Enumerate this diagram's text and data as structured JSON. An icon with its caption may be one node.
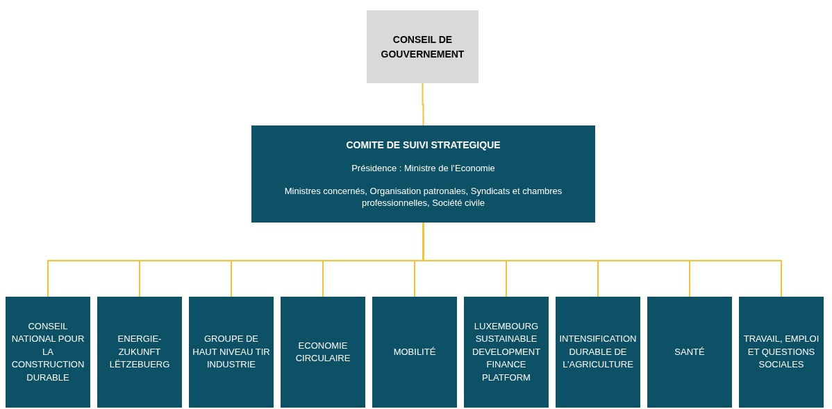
{
  "diagram": {
    "nodes": [
      {
        "text": [
          "CONSEIL DE GOUVERNEMENT"
        ]
      },
      {
        "text": [
          "COMITE DE SUIVI STRATEGIQUE",
          "Présidence : Ministre de l’Economie",
          "Ministres concernés, Organisation patronales, Syndicats et chambres professionnelles, Société civile"
        ]
      },
      {
        "text": [
          "CONSEIL NATIONAL POUR LA CONSTRUCTION DURABLE"
        ]
      },
      {
        "text": [
          "ENERGIE-ZUKUNFT LËTZEBUERG"
        ]
      },
      {
        "text": [
          "GROUPE DE HAUT NIVEAU TIR INDUSTRIE"
        ]
      },
      {
        "text": [
          "ECONOMIE CIRCULAIRE"
        ]
      },
      {
        "text": [
          "MOBILITÉ"
        ]
      },
      {
        "text": [
          "LUXEMBOURG SUSTAINABLE DEVELOPMENT FINANCE PLATFORM"
        ]
      },
      {
        "text": [
          "INTENSIFICATION DURABLE DE L’AGRICULTURE"
        ]
      },
      {
        "text": [
          "SANTÉ"
        ]
      },
      {
        "text": [
          "TRAVAIL, EMPLOI ET QUESTIONS SOCIALES"
        ]
      }
    ],
    "edges": [
      {
        "from": 0,
        "to": 1,
        "arrow": "none"
      },
      {
        "from": 1,
        "to": 2,
        "arrow": "none"
      },
      {
        "from": 1,
        "to": 3,
        "arrow": "none"
      },
      {
        "from": 1,
        "to": 4,
        "arrow": "none"
      },
      {
        "from": 1,
        "to": 5,
        "arrow": "none"
      },
      {
        "from": 1,
        "to": 6,
        "arrow": "none"
      },
      {
        "from": 1,
        "to": 7,
        "arrow": "none"
      },
      {
        "from": 1,
        "to": 8,
        "arrow": "none"
      },
      {
        "from": 1,
        "to": 9,
        "arrow": "none"
      },
      {
        "from": 1,
        "to": 10,
        "arrow": "none"
      }
    ]
  }
}
